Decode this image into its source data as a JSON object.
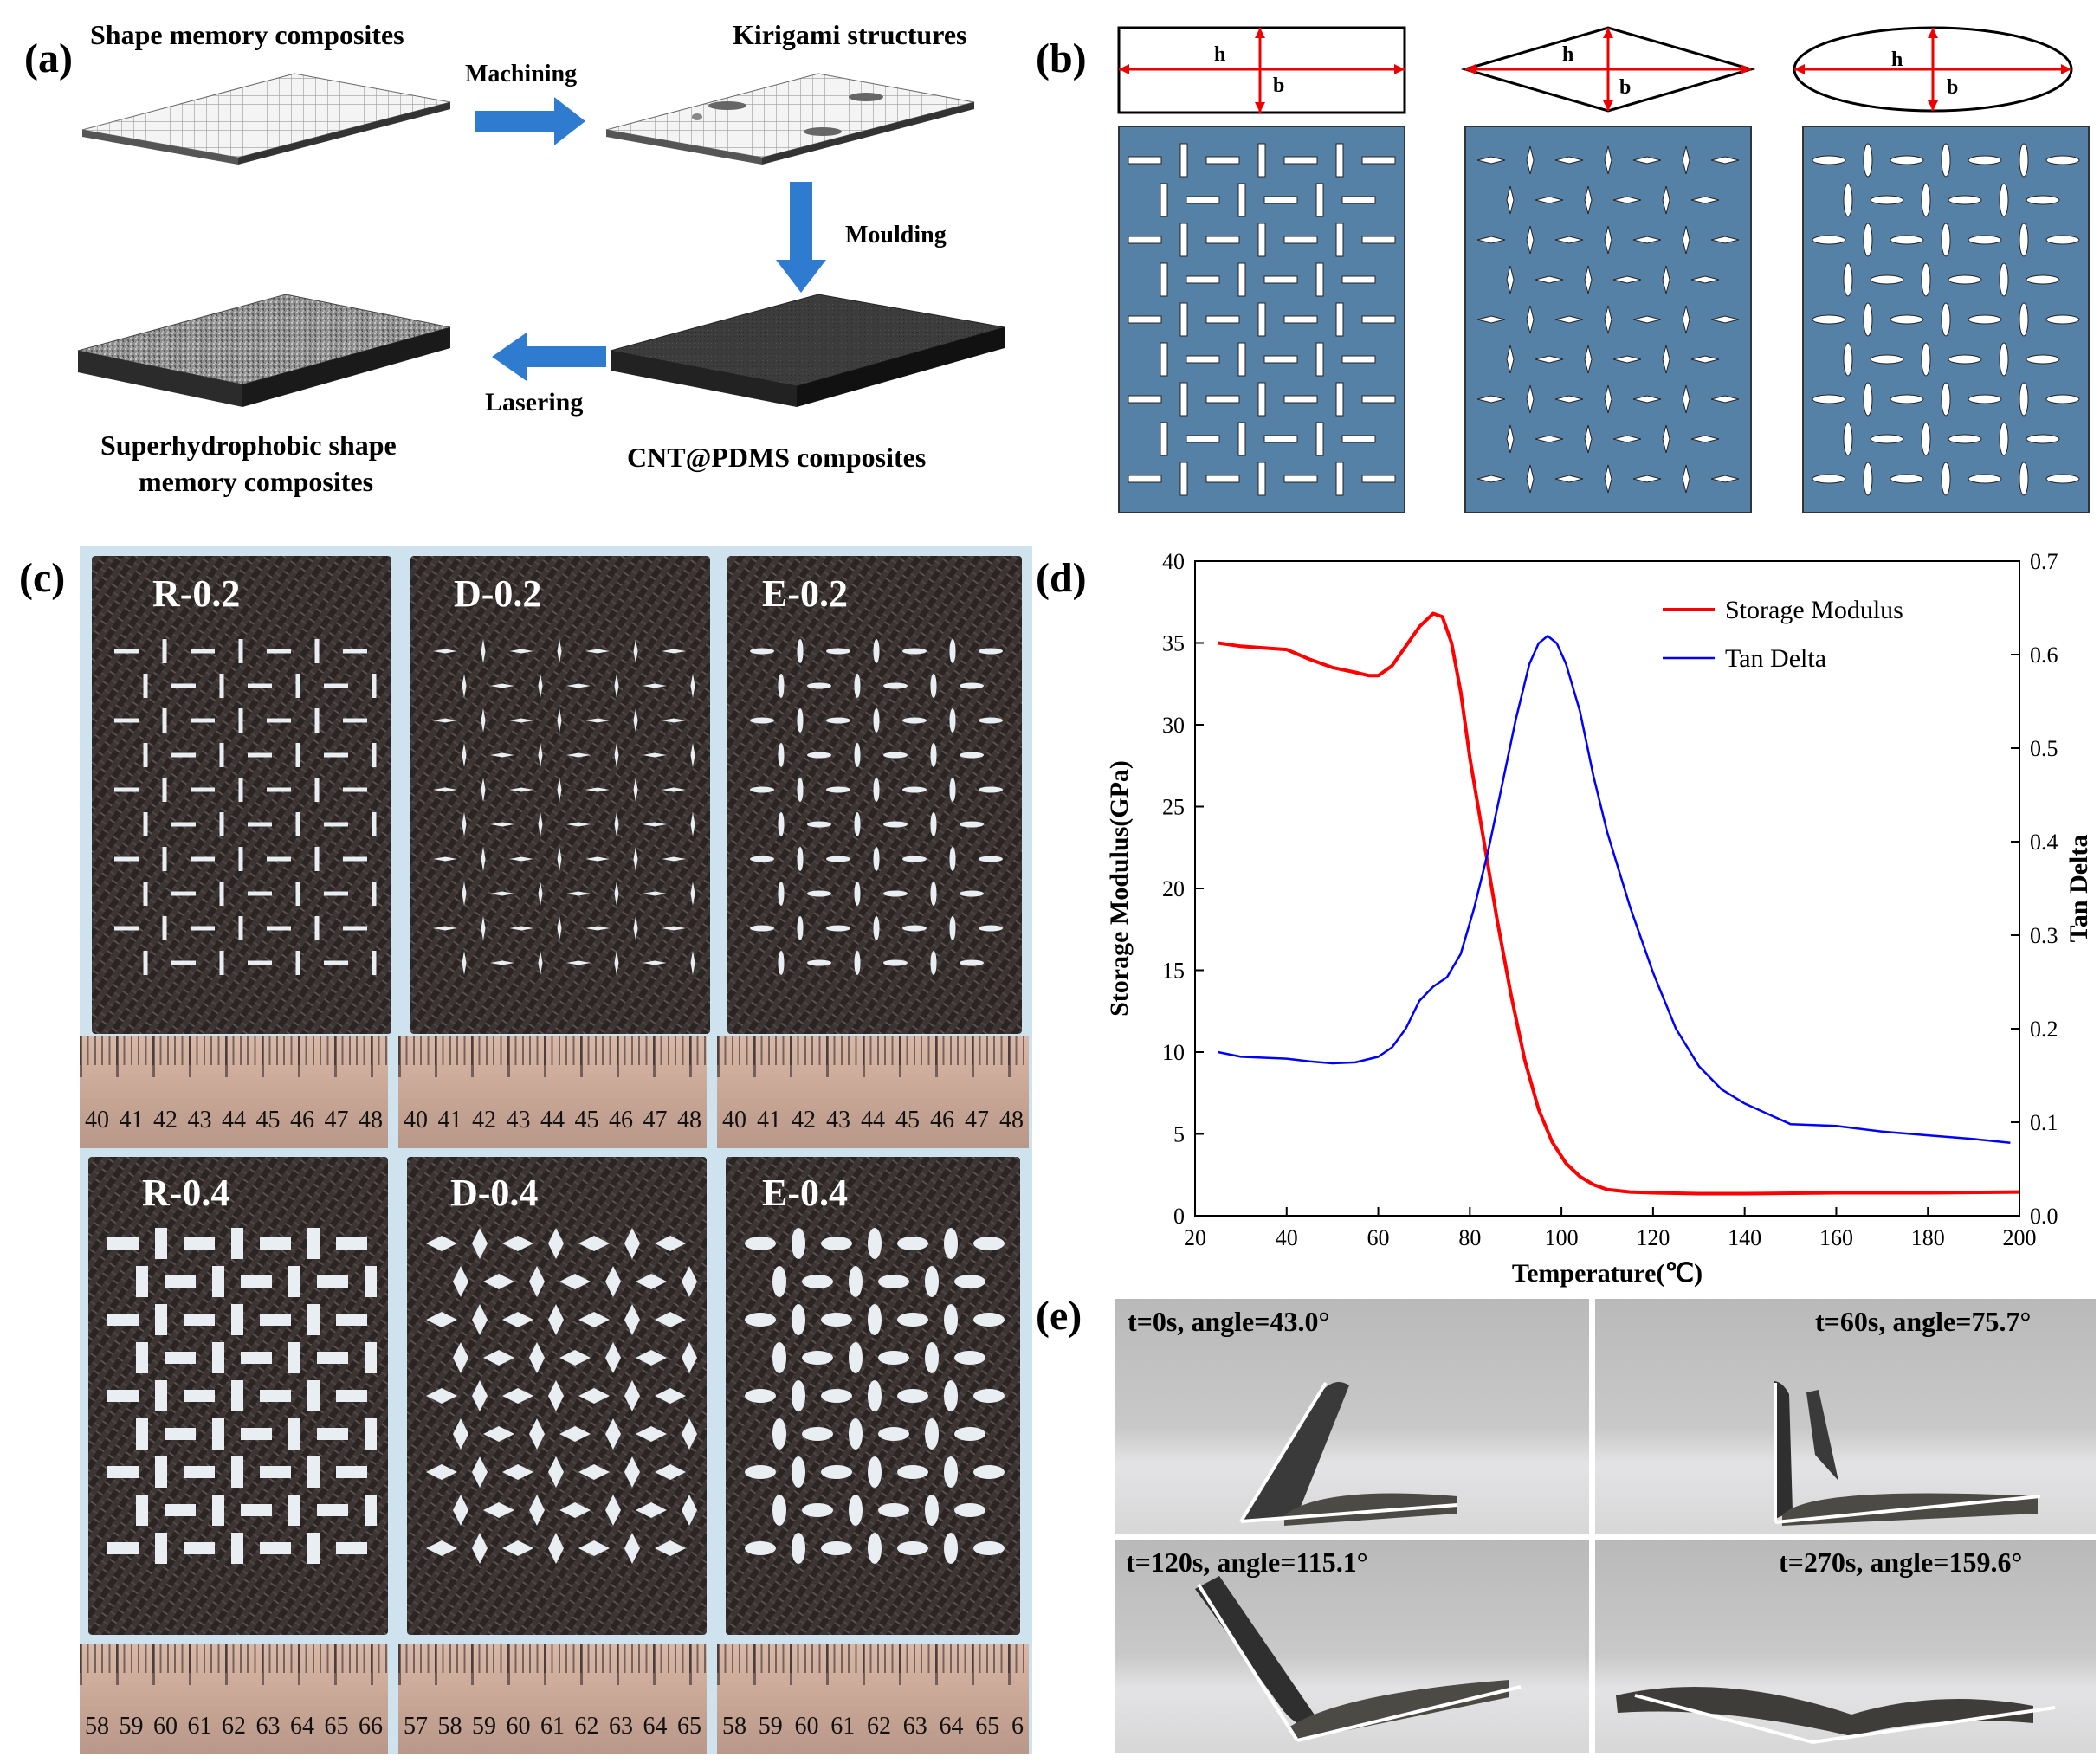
{
  "panel_a": {
    "letter": "(a)",
    "step1": "Shape memory composites",
    "arrow1": "Machining",
    "step2": "Kirigami structures",
    "arrow2": "Moulding",
    "step3": "CNT@PDMS composites",
    "arrow3": "Lasering",
    "step4_line1": "Superhydrophobic shape",
    "step4_line2": "memory composites"
  },
  "panel_b": {
    "letter": "(b)",
    "dim_h": "h",
    "dim_b": "b",
    "panel_color": "#5581a6"
  },
  "panel_c": {
    "letter": "(c)",
    "samples_top": [
      "R-0.2",
      "D-0.2",
      "E-0.2"
    ],
    "samples_bottom": [
      "R-0.4",
      "D-0.4",
      "E-0.4"
    ],
    "ruler_top": [
      [
        "40",
        "41",
        "42",
        "43",
        "44",
        "45",
        "46",
        "47",
        "48"
      ],
      [
        "40",
        "41",
        "42",
        "43",
        "44",
        "45",
        "46",
        "47",
        "48"
      ],
      [
        "40",
        "41",
        "42",
        "43",
        "44",
        "45",
        "46",
        "47",
        "48"
      ]
    ],
    "ruler_bottom": [
      [
        "58",
        "59",
        "60",
        "61",
        "62",
        "63",
        "64",
        "65",
        "66"
      ],
      [
        "57",
        "58",
        "59",
        "60",
        "61",
        "62",
        "63",
        "64",
        "65"
      ],
      [
        "58",
        "59",
        "60",
        "61",
        "62",
        "63",
        "64",
        "65",
        "6"
      ]
    ]
  },
  "panel_d": {
    "letter": "(d)"
  },
  "panel_e": {
    "letter": "(e)",
    "frames": [
      {
        "label": "t=0s, angle=43.0°"
      },
      {
        "label": "t=60s, angle=75.7°"
      },
      {
        "label": "t=120s, angle=115.1°"
      },
      {
        "label": "t=270s, angle=159.6°"
      }
    ]
  },
  "chart_data": {
    "type": "line",
    "xlabel": "Temperature(℃)",
    "ylabel": "Storage Modulus(GPa)",
    "y2label": "Tan Delta",
    "xlim": [
      20,
      200
    ],
    "ylim": [
      0,
      40
    ],
    "y2lim": [
      0,
      0.7
    ],
    "xticks": [
      "20",
      "40",
      "60",
      "80",
      "100",
      "120",
      "140",
      "160",
      "180",
      "200"
    ],
    "yticks": [
      "0",
      "5",
      "10",
      "15",
      "20",
      "25",
      "30",
      "35",
      "40"
    ],
    "y2ticks": [
      "0.0",
      "0.1",
      "0.2",
      "0.3",
      "0.4",
      "0.5",
      "0.6",
      "0.7"
    ],
    "legend_position": "top-right",
    "series": [
      {
        "name": "Storage Modulus",
        "axis": "left",
        "color": "#ff0000",
        "x": [
          25,
          30,
          35,
          40,
          45,
          50,
          55,
          58,
          60,
          63,
          66,
          69,
          72,
          74,
          76,
          78,
          80,
          83,
          86,
          89,
          92,
          95,
          98,
          101,
          104,
          107,
          110,
          115,
          120,
          130,
          140,
          160,
          180,
          200
        ],
        "y": [
          35.0,
          34.8,
          34.7,
          34.6,
          34.0,
          33.5,
          33.2,
          33.0,
          33.0,
          33.6,
          34.8,
          36.0,
          36.8,
          36.6,
          35.0,
          32.0,
          28.0,
          23.0,
          18.0,
          13.5,
          9.5,
          6.5,
          4.5,
          3.2,
          2.4,
          1.9,
          1.6,
          1.45,
          1.4,
          1.35,
          1.35,
          1.4,
          1.4,
          1.45
        ]
      },
      {
        "name": "Tan Delta",
        "axis": "right",
        "color": "#0000ff",
        "x": [
          25,
          30,
          40,
          45,
          50,
          55,
          60,
          63,
          66,
          69,
          72,
          75,
          78,
          81,
          84,
          87,
          90,
          93,
          95,
          97,
          99,
          101,
          104,
          107,
          110,
          115,
          120,
          125,
          130,
          135,
          140,
          150,
          155,
          160,
          170,
          180,
          190,
          198
        ],
        "y": [
          0.175,
          0.17,
          0.168,
          0.165,
          0.163,
          0.164,
          0.17,
          0.18,
          0.2,
          0.23,
          0.245,
          0.255,
          0.28,
          0.33,
          0.39,
          0.46,
          0.53,
          0.59,
          0.612,
          0.62,
          0.612,
          0.59,
          0.54,
          0.47,
          0.41,
          0.33,
          0.26,
          0.2,
          0.16,
          0.135,
          0.12,
          0.098,
          0.097,
          0.096,
          0.09,
          0.086,
          0.082,
          0.078
        ]
      }
    ]
  }
}
